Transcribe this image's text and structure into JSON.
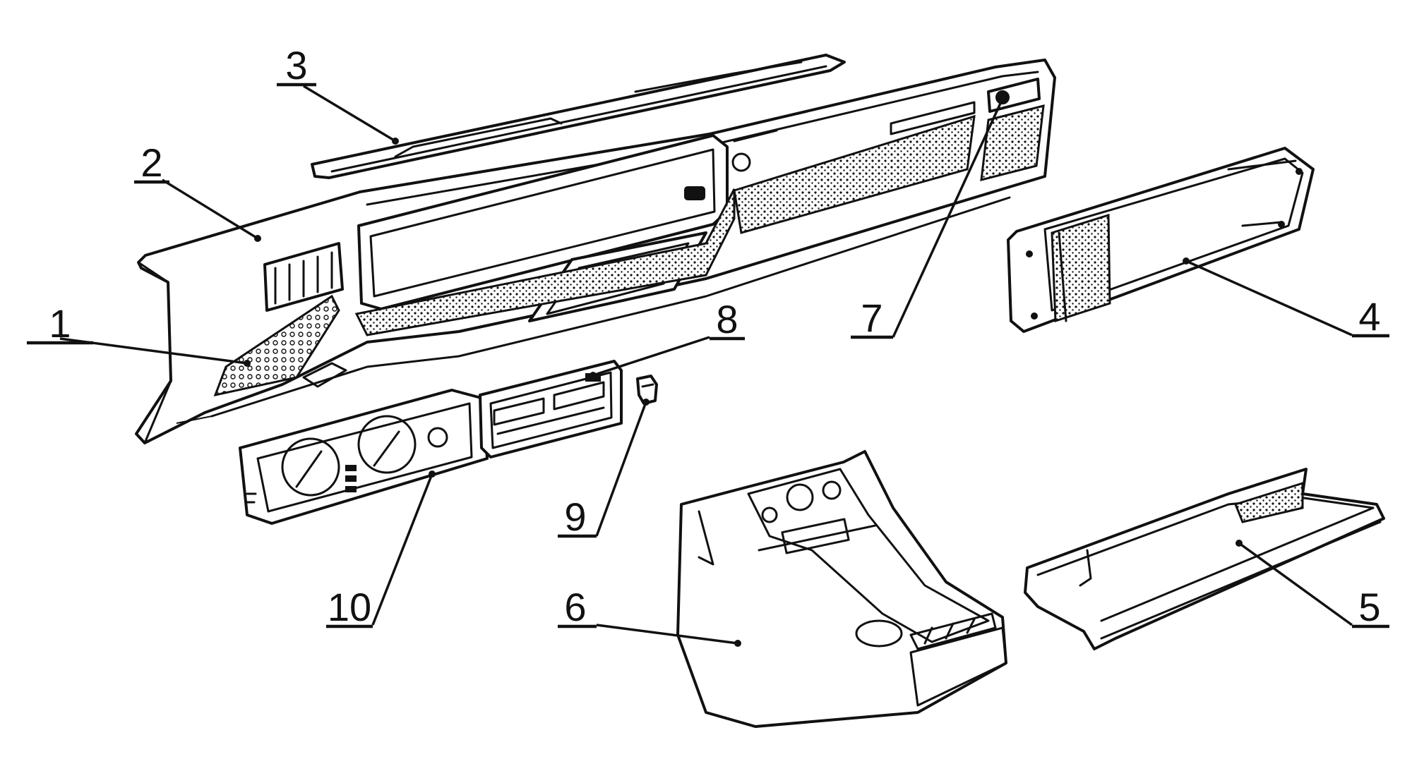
{
  "figure": {
    "type": "exploded-view parts diagram",
    "background": "#ffffff",
    "ink": "#111111"
  },
  "callouts": [
    {
      "id": "1",
      "label": "1"
    },
    {
      "id": "2",
      "label": "2"
    },
    {
      "id": "3",
      "label": "3"
    },
    {
      "id": "4",
      "label": "4"
    },
    {
      "id": "5",
      "label": "5"
    },
    {
      "id": "6",
      "label": "6"
    },
    {
      "id": "7",
      "label": "7"
    },
    {
      "id": "8",
      "label": "8"
    },
    {
      "id": "9",
      "label": "9"
    },
    {
      "id": "10",
      "label": "10"
    }
  ]
}
